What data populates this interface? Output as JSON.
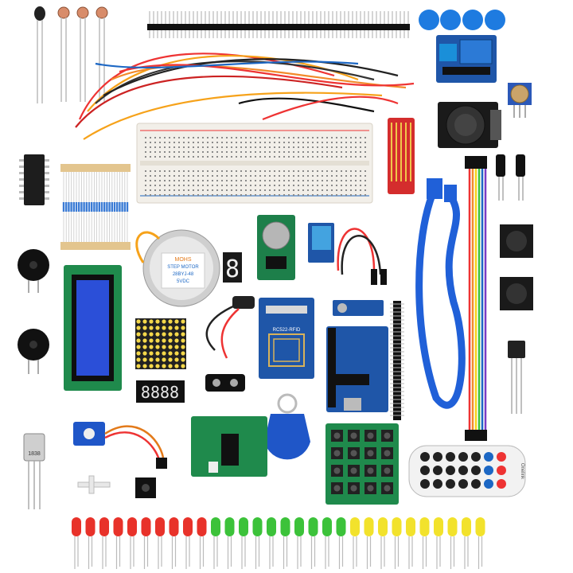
{
  "photo": {
    "background": "#ffffff",
    "led_colors": {
      "red": "#e8322a",
      "green": "#3cc23a",
      "yellow": "#f2e22c"
    },
    "led_counts": {
      "red": 10,
      "green": 10,
      "yellow": 10
    },
    "cap_color": "#1e7be0",
    "board_color": "#1f56a8",
    "pcb_green": "#1f8a4c"
  },
  "labels": {
    "stepper_brand": "MOHS",
    "stepper_line1": "STEP MOTOR",
    "stepper_line2": "28BYJ-48",
    "stepper_line3": "5VDC",
    "seg_digit": "8",
    "four_digit": "8888",
    "rfid_text": "RC522-RFID",
    "remote_brand": "Onelink",
    "ir_rx_text": "1838"
  }
}
